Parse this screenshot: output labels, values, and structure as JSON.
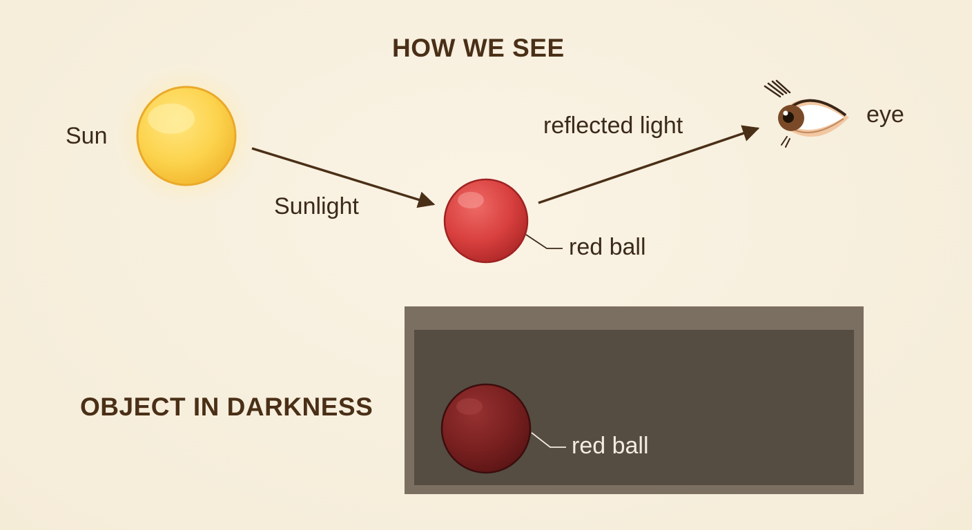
{
  "diagram": {
    "title_top": "HOW WE SEE",
    "title_bottom": "OBJECT IN DARKNESS",
    "labels": {
      "sun": "Sun",
      "sunlight": "Sunlight",
      "reflected_light": "reflected light",
      "eye": "eye",
      "red_ball": "red ball",
      "red_ball_dark": "red ball"
    },
    "colors": {
      "background": "#f8f0df",
      "sun": "#fcd34d",
      "ball_lit": "#d9413f",
      "ball_dark": "#7a2020",
      "dark_box": "#544c41",
      "text": "#3b2a1a"
    },
    "icons": [
      "sun-icon",
      "ball-icon",
      "eye-icon",
      "arrow-icon"
    ]
  }
}
